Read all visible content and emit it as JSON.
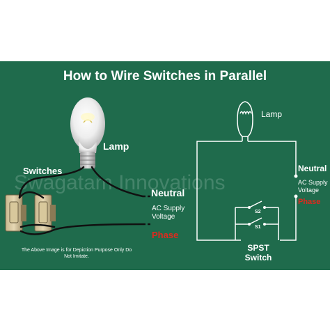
{
  "diagram": {
    "title": "How to Wire Switches in Parallel",
    "pictorial": {
      "lamp_label": "Lamp",
      "switches_label": "Switches",
      "neutral_label": "Neutral",
      "supply_label": "AC Supply Voltage",
      "phase_label": "Phase",
      "note": "The Above Image is for Depiction Purpose Only Do Not Imitate."
    },
    "schematic": {
      "lamp_label": "Lamp",
      "neutral_label": "Neutral",
      "supply_label": "AC Supply Voltage",
      "phase_label": "Phase",
      "switch_labels": [
        "S2",
        "S1"
      ],
      "switch_type_label": "SPST Switch"
    },
    "watermark": "Swagatam Innovations"
  },
  "colors": {
    "board": "#1f6b4c",
    "text": "#ffffff",
    "phase": "#e0291e",
    "wire": "#111111"
  }
}
